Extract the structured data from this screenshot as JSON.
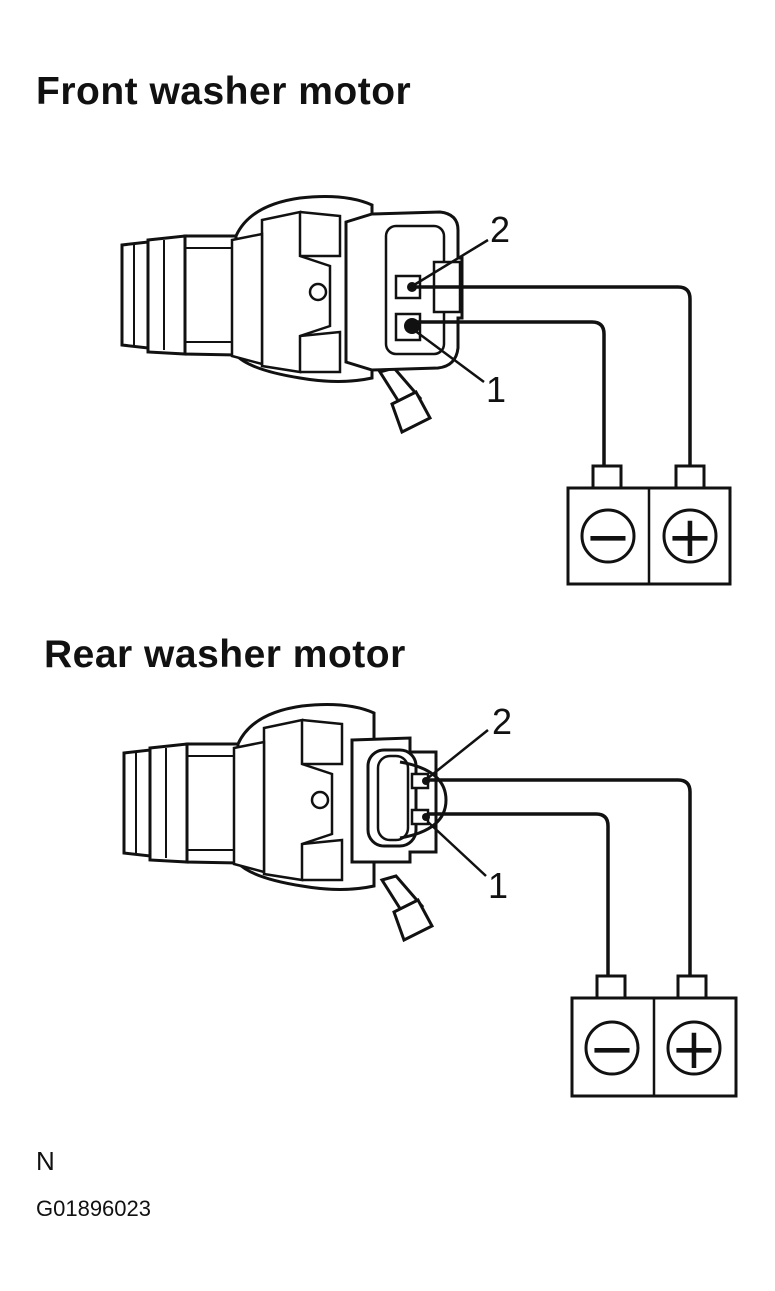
{
  "titles": {
    "front": "Front washer motor",
    "rear": "Rear washer motor"
  },
  "terminal_labels": {
    "pin2": "2",
    "pin1": "1"
  },
  "battery": {
    "negative_symbol": "−",
    "positive_symbol": "+"
  },
  "footer": {
    "note": "N",
    "figure_code": "G01896023"
  },
  "colors": {
    "line": "#111111",
    "background": "#ffffff"
  }
}
